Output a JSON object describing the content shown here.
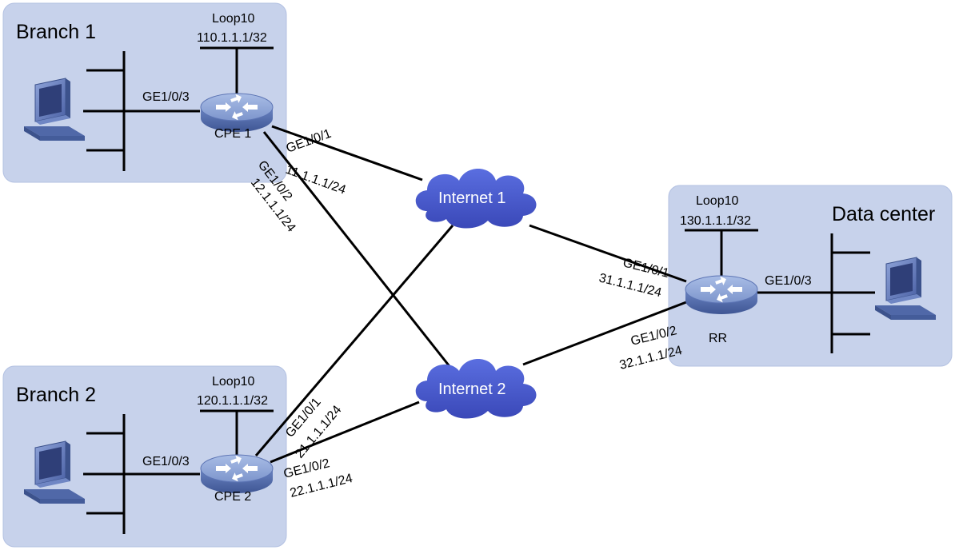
{
  "sites": {
    "branch1": "Branch 1",
    "branch2": "Branch 2",
    "datacenter": "Data center"
  },
  "devices": {
    "cpe1": {
      "name": "CPE 1",
      "loop_name": "Loop10",
      "loop_ip": "110.1.1.1/32",
      "lan_if": "GE1/0/3",
      "if1": "GE1/0/1",
      "if1_ip": "11.1.1.1/24",
      "if2": "GE1/0/2",
      "if2_ip": "12.1.1.1/24"
    },
    "cpe2": {
      "name": "CPE 2",
      "loop_name": "Loop10",
      "loop_ip": "120.1.1.1/32",
      "lan_if": "GE1/0/3",
      "if1": "GE1/0/1",
      "if1_ip": "21.1.1.1/24",
      "if2": "GE1/0/2",
      "if2_ip": "22.1.1.1/24"
    },
    "rr": {
      "name": "RR",
      "loop_name": "Loop10",
      "loop_ip": "130.1.1.1/32",
      "lan_if": "GE1/0/3",
      "if1": "GE1/0/1",
      "if1_ip": "31.1.1.1/24",
      "if2": "GE1/0/2",
      "if2_ip": "32.1.1.1/24"
    }
  },
  "clouds": {
    "internet1": "Internet 1",
    "internet2": "Internet 2"
  },
  "colors": {
    "site_fill": "#c7d2eb",
    "site_stroke": "#aab8d8",
    "cloud": "#4a5bd1",
    "router_top": "#8fa6d6",
    "router_side": "#5670b0",
    "link": "#000000"
  }
}
